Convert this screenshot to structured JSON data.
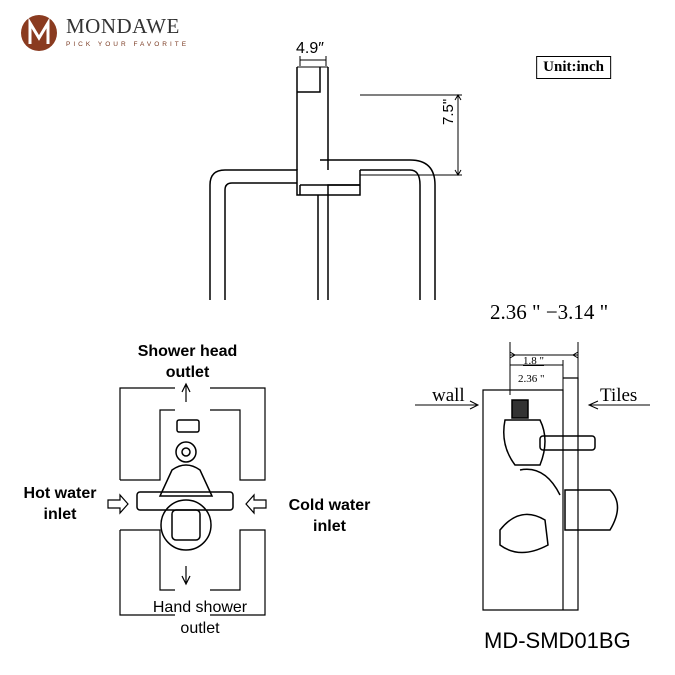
{
  "brand": {
    "name": "MONDAWE",
    "tagline": "PICK YOUR FAVORITE",
    "logo_letter": "M",
    "logo_color": "#8a3b20"
  },
  "unit_label": "Unit:inch",
  "top_view": {
    "width_dim": "4.9″",
    "height_dim": "7.5\""
  },
  "side_view": {
    "depth_range": "2.36 \" −3.14 \"",
    "inner_top": "1.8 \"",
    "inner_bottom": "2.36 \"",
    "wall_label": "wall",
    "tiles_label": "Tiles"
  },
  "front_view": {
    "top_outlet": [
      "Shower head",
      "outlet"
    ],
    "left_inlet": [
      "Hot water",
      "inlet"
    ],
    "right_inlet": [
      "Cold water",
      "inlet"
    ],
    "bottom_outlet": [
      "Hand shower",
      "outlet"
    ]
  },
  "model": "MD-SMD01BG"
}
